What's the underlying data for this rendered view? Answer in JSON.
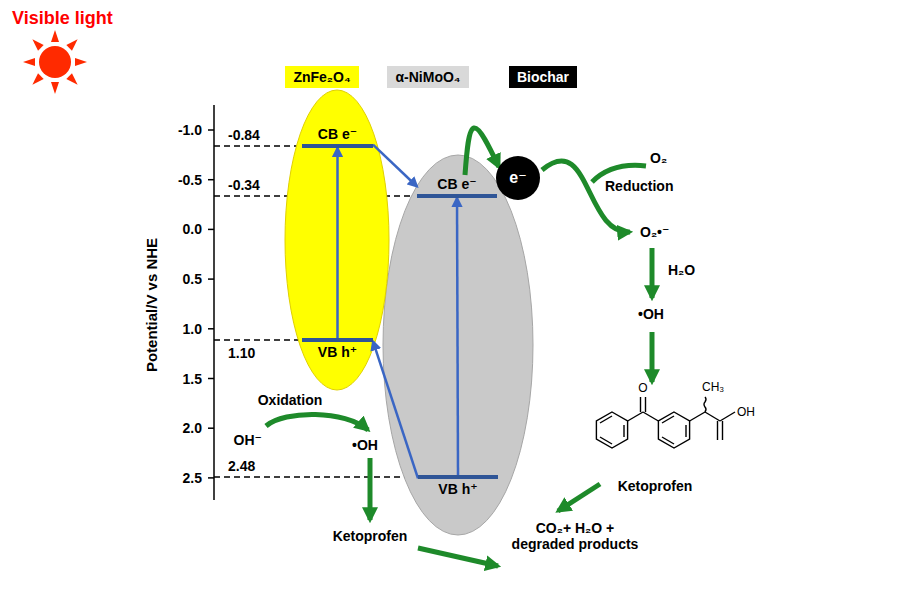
{
  "diagram": {
    "nodes": [
      {
        "text": [
          "ZnFe₂O₄"
        ]
      },
      {
        "text": [
          "α-NiMoO₄"
        ]
      },
      {
        "text": [
          "Biochar"
        ]
      },
      {
        "text": [
          "CB e⁻"
        ]
      },
      {
        "text": [
          "VB h⁺"
        ]
      },
      {
        "text": [
          "CB e⁻"
        ]
      },
      {
        "text": [
          "VB h⁺"
        ]
      },
      {
        "text": [
          "e⁻"
        ]
      }
    ],
    "edges": [
      {
        "from": 4,
        "to": 3,
        "arrow": "to"
      },
      {
        "from": 6,
        "to": 5,
        "arrow": "to"
      },
      {
        "from": 3,
        "to": 5,
        "arrow": "to"
      },
      {
        "from": 6,
        "to": 4,
        "arrow": "to"
      },
      {
        "from": 5,
        "to": 7,
        "arrow": "to"
      }
    ],
    "labels": [
      "Visible light",
      "Potential/V vs NHE",
      "-1.0",
      "-0.5",
      "0.0",
      "0.5",
      "1.0",
      "1.5",
      "2.0",
      "2.5",
      "-0.84",
      "-0.34",
      "1.10",
      "2.48",
      "O₂",
      "Reduction",
      "O₂•⁻",
      "H₂O",
      "•OH",
      "O",
      "CH₃",
      "OH",
      "Ketoprofen",
      "Oxidation",
      "OH⁻",
      "•OH",
      "Ketoprofen",
      "CO₂+ H₂O + degraded products"
    ]
  }
}
